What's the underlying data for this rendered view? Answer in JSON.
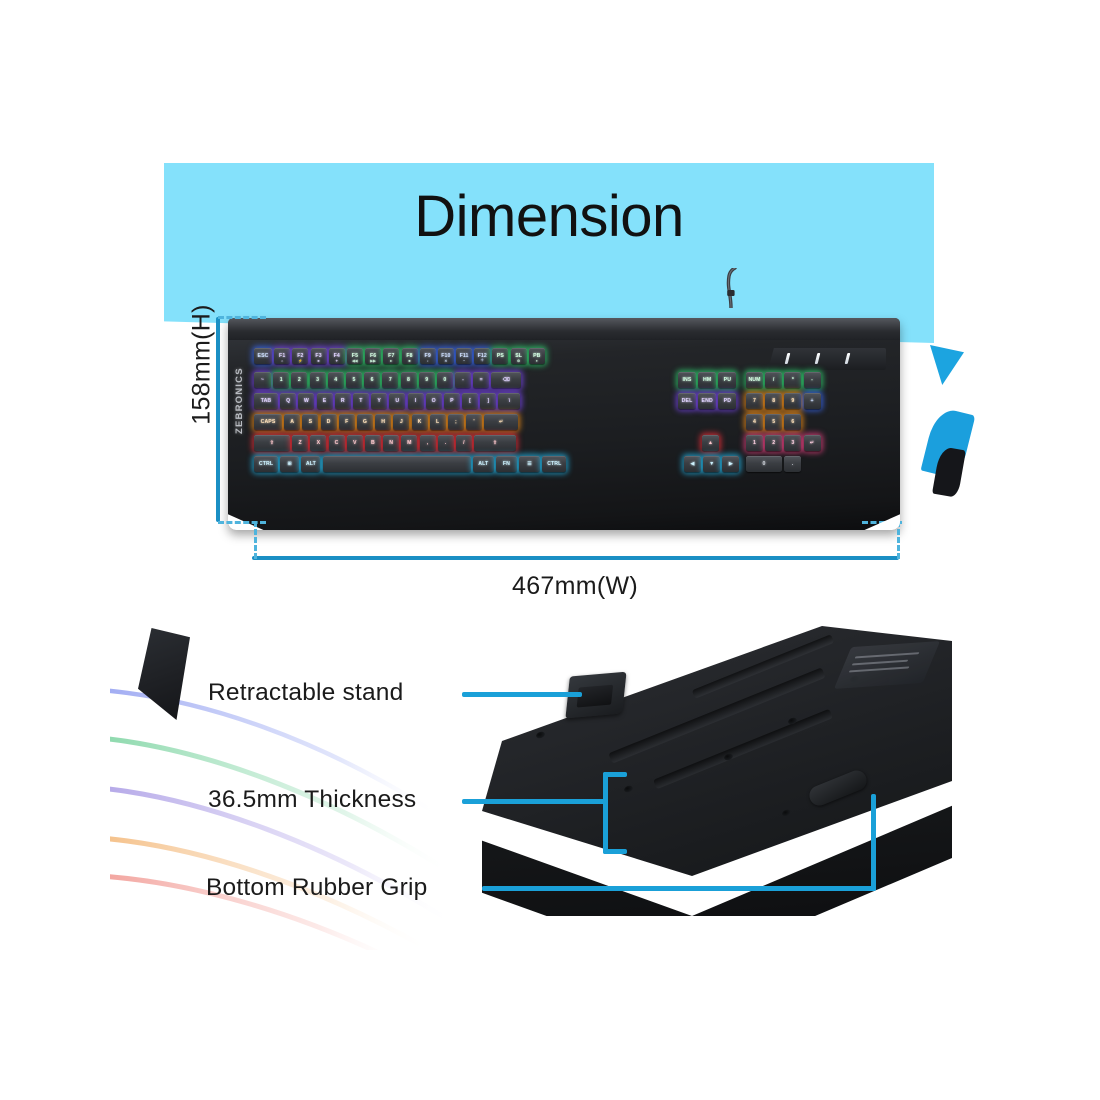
{
  "page": {
    "background_color": "#ffffff",
    "accent_color": "#1aa0d8",
    "banner_color": "#84e1fb",
    "text_color": "#1b1b1b"
  },
  "banner": {
    "title": "Dimension"
  },
  "dimensions": {
    "height_label": "158mm(H)",
    "width_label": "467mm(W)",
    "line_color": "#1a8fc4",
    "extension_style": "dashed"
  },
  "product": {
    "brand": "ZEBRONICS",
    "view_top": "mechanical keyboard top view with RGB backlighting",
    "view_bottom": "keyboard underside angled view"
  },
  "callouts": [
    {
      "label": "Retractable stand",
      "target": "flip-out foot on underside"
    },
    {
      "label": "36.5mm Thickness",
      "target": "chassis side profile"
    },
    {
      "label": "Bottom Rubber Grip",
      "target": "rubber foot pad"
    }
  ],
  "keyboard_layout": {
    "function_row": [
      {
        "label": "ESC",
        "glow": "blue",
        "w": 18
      },
      {
        "label": "F1",
        "glow": "violet",
        "sub": "☼",
        "w": 16
      },
      {
        "label": "F2",
        "glow": "violet",
        "sub": "⚡",
        "w": 16
      },
      {
        "label": "F3",
        "glow": "violet",
        "sub": "■",
        "w": 16
      },
      {
        "label": "F4",
        "glow": "violet",
        "sub": "✦",
        "w": 16
      },
      {
        "label": "F5",
        "glow": "green",
        "sub": "◀◀",
        "w": 16
      },
      {
        "label": "F6",
        "glow": "green",
        "sub": "▶▶",
        "w": 16
      },
      {
        "label": "F7",
        "glow": "green",
        "sub": "►",
        "w": 16
      },
      {
        "label": "F8",
        "glow": "green",
        "sub": "■",
        "w": 16
      },
      {
        "label": "F9",
        "glow": "blue",
        "sub": "♪",
        "w": 16
      },
      {
        "label": "F10",
        "glow": "blue",
        "sub": "✕",
        "w": 16
      },
      {
        "label": "F11",
        "glow": "blue",
        "sub": "−",
        "w": 16
      },
      {
        "label": "F12",
        "glow": "blue",
        "sub": "＋",
        "w": 16
      },
      {
        "label": "PS",
        "glow": "green",
        "w": 16
      },
      {
        "label": "SL",
        "glow": "green",
        "sub": "⚙",
        "w": 16
      },
      {
        "label": "PB",
        "glow": "green",
        "sub": "●",
        "w": 16
      }
    ],
    "number_row": [
      {
        "label": "~",
        "glow": "violet",
        "w": 17
      },
      {
        "label": "1",
        "glow": "green",
        "w": 16
      },
      {
        "label": "2",
        "glow": "green",
        "w": 16
      },
      {
        "label": "3",
        "glow": "green",
        "w": 16
      },
      {
        "label": "4",
        "glow": "green",
        "w": 16
      },
      {
        "label": "5",
        "glow": "green",
        "w": 16
      },
      {
        "label": "6",
        "glow": "green",
        "w": 16
      },
      {
        "label": "7",
        "glow": "green",
        "w": 16
      },
      {
        "label": "8",
        "glow": "green",
        "w": 16
      },
      {
        "label": "9",
        "glow": "green",
        "w": 16
      },
      {
        "label": "0",
        "glow": "green",
        "w": 16
      },
      {
        "label": "-",
        "glow": "violet",
        "w": 16
      },
      {
        "label": "=",
        "glow": "violet",
        "w": 16
      },
      {
        "label": "⌫",
        "glow": "violet",
        "w": 30
      }
    ],
    "qwerty_row": [
      {
        "label": "TAB",
        "glow": "violet",
        "w": 24
      },
      {
        "label": "Q",
        "glow": "violet",
        "w": 16
      },
      {
        "label": "W",
        "glow": "violet",
        "w": 16
      },
      {
        "label": "E",
        "glow": "violet",
        "w": 16
      },
      {
        "label": "R",
        "glow": "violet",
        "w": 16
      },
      {
        "label": "T",
        "glow": "violet",
        "w": 16
      },
      {
        "label": "Y",
        "glow": "violet",
        "w": 16
      },
      {
        "label": "U",
        "glow": "violet",
        "w": 16
      },
      {
        "label": "I",
        "glow": "violet",
        "w": 16
      },
      {
        "label": "O",
        "glow": "violet",
        "w": 16
      },
      {
        "label": "P",
        "glow": "violet",
        "w": 16
      },
      {
        "label": "[",
        "glow": "violet",
        "w": 16
      },
      {
        "label": "]",
        "glow": "violet",
        "w": 16
      },
      {
        "label": "\\",
        "glow": "violet",
        "w": 22
      }
    ],
    "home_row": [
      {
        "label": "CAPS",
        "glow": "amber",
        "w": 28
      },
      {
        "label": "A",
        "glow": "amber",
        "w": 16
      },
      {
        "label": "S",
        "glow": "amber",
        "w": 16
      },
      {
        "label": "D",
        "glow": "amber",
        "w": 16
      },
      {
        "label": "F",
        "glow": "amber",
        "w": 16
      },
      {
        "label": "G",
        "glow": "amber",
        "w": 16
      },
      {
        "label": "H",
        "glow": "amber",
        "w": 16
      },
      {
        "label": "J",
        "glow": "amber",
        "w": 16
      },
      {
        "label": "K",
        "glow": "amber",
        "w": 16
      },
      {
        "label": "L",
        "glow": "amber",
        "w": 16
      },
      {
        "label": ";",
        "glow": "amber",
        "w": 16
      },
      {
        "label": "'",
        "glow": "amber",
        "w": 16
      },
      {
        "label": "↵",
        "glow": "amber",
        "w": 34
      }
    ],
    "shift_row": [
      {
        "label": "⇧",
        "glow": "red",
        "w": 36
      },
      {
        "label": "Z",
        "glow": "red",
        "w": 16
      },
      {
        "label": "X",
        "glow": "red",
        "w": 16
      },
      {
        "label": "C",
        "glow": "red",
        "w": 16
      },
      {
        "label": "V",
        "glow": "red",
        "w": 16
      },
      {
        "label": "B",
        "glow": "red",
        "w": 16
      },
      {
        "label": "N",
        "glow": "red",
        "w": 16
      },
      {
        "label": "M",
        "glow": "red",
        "w": 16
      },
      {
        "label": ",",
        "glow": "red",
        "w": 16
      },
      {
        "label": ".",
        "glow": "red",
        "w": 16
      },
      {
        "label": "/",
        "glow": "red",
        "w": 16
      },
      {
        "label": "⇧",
        "glow": "red",
        "w": 42
      }
    ],
    "bottom_row": [
      {
        "label": "CTRL",
        "glow": "cyan",
        "w": 24
      },
      {
        "label": "⊞",
        "glow": "cyan",
        "w": 19
      },
      {
        "label": "ALT",
        "glow": "cyan",
        "w": 19
      },
      {
        "label": "",
        "glow": "cyan",
        "w": 148
      },
      {
        "label": "ALT",
        "glow": "cyan",
        "w": 21
      },
      {
        "label": "FN",
        "glow": "cyan",
        "w": 21
      },
      {
        "label": "☰",
        "glow": "cyan",
        "w": 21
      },
      {
        "label": "CTRL",
        "glow": "cyan",
        "w": 24
      }
    ],
    "nav_cluster_top": [
      {
        "label": "INS",
        "glow": "green"
      },
      {
        "label": "HM",
        "glow": "green"
      },
      {
        "label": "PU",
        "glow": "green"
      }
    ],
    "nav_cluster_bottom": [
      {
        "label": "DEL",
        "glow": "violet"
      },
      {
        "label": "END",
        "glow": "violet"
      },
      {
        "label": "PD",
        "glow": "violet"
      }
    ],
    "arrows": [
      {
        "label": "▲",
        "glow": "red"
      },
      {
        "label": "◀",
        "glow": "cyan"
      },
      {
        "label": "▼",
        "glow": "cyan"
      },
      {
        "label": "▶",
        "glow": "cyan"
      }
    ],
    "numpad": [
      {
        "label": "NUM",
        "glow": "green"
      },
      {
        "label": "/",
        "glow": "green"
      },
      {
        "label": "*",
        "glow": "green"
      },
      {
        "label": "-",
        "glow": "green"
      },
      {
        "label": "7",
        "glow": "amber"
      },
      {
        "label": "8",
        "glow": "amber"
      },
      {
        "label": "9",
        "glow": "amber"
      },
      {
        "label": "+",
        "glow": "blue"
      },
      {
        "label": "4",
        "glow": "amber"
      },
      {
        "label": "5",
        "glow": "amber"
      },
      {
        "label": "6",
        "glow": "amber"
      },
      {
        "label": "1",
        "glow": "pink"
      },
      {
        "label": "2",
        "glow": "pink"
      },
      {
        "label": "3",
        "glow": "pink"
      },
      {
        "label": "↵",
        "glow": "pink"
      },
      {
        "label": "0",
        "glow": "none"
      },
      {
        "label": ".",
        "glow": "none"
      }
    ],
    "indicator_lights": 3
  }
}
